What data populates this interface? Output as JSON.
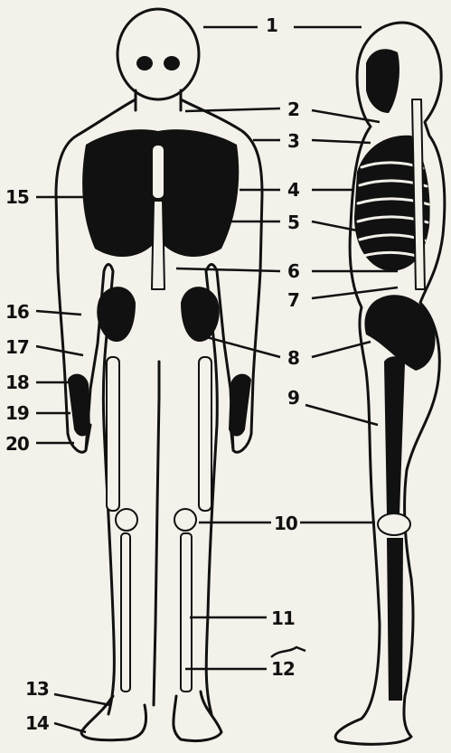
{
  "labels": {
    "l1": "1",
    "l2": "2",
    "l3": "3",
    "l4": "4",
    "l5": "5",
    "l6": "6",
    "l7": "7",
    "l8": "8",
    "l9": "9",
    "l10": "10",
    "l11": "11",
    "l12": "12",
    "l13": "13",
    "l14": "14",
    "l15": "15",
    "l16": "16",
    "l17": "17",
    "l18": "18",
    "l19": "19",
    "l20": "20"
  },
  "colors": {
    "ink": "#111111",
    "paper": "#f4f1ea"
  }
}
